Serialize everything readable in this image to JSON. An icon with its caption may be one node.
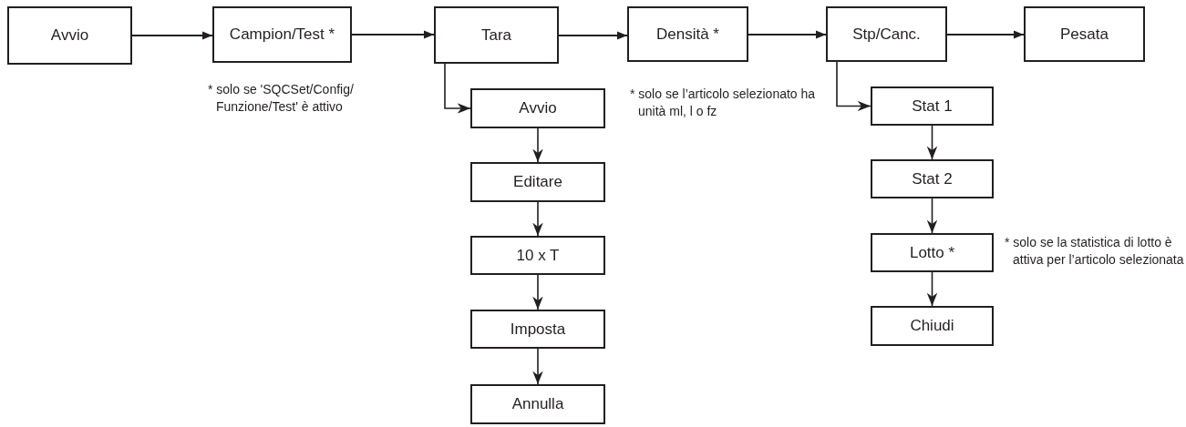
{
  "diagram": {
    "nodes": [
      {
        "text": [
          "Avvio"
        ]
      },
      {
        "text": [
          "Campion/Test *"
        ]
      },
      {
        "text": [
          "Tara"
        ]
      },
      {
        "text": [
          "Densità *"
        ]
      },
      {
        "text": [
          "Stp/Canc."
        ]
      },
      {
        "text": [
          "Pesata"
        ]
      },
      {
        "text": [
          "Avvio"
        ]
      },
      {
        "text": [
          "Editare"
        ]
      },
      {
        "text": [
          "10 x T"
        ]
      },
      {
        "text": [
          "Imposta"
        ]
      },
      {
        "text": [
          "Annulla"
        ]
      },
      {
        "text": [
          "Stat 1"
        ]
      },
      {
        "text": [
          "Stat 2"
        ]
      },
      {
        "text": [
          "Lotto *"
        ]
      },
      {
        "text": [
          "Chiudi"
        ]
      }
    ],
    "edges": [
      {
        "from": 0,
        "to": 1,
        "arrow": "to"
      },
      {
        "from": 1,
        "to": 2,
        "arrow": "to"
      },
      {
        "from": 2,
        "to": 3,
        "arrow": "to"
      },
      {
        "from": 3,
        "to": 4,
        "arrow": "to"
      },
      {
        "from": 4,
        "to": 5,
        "arrow": "to"
      },
      {
        "from": 2,
        "to": 6,
        "arrow": "to"
      },
      {
        "from": 6,
        "to": 7,
        "arrow": "to"
      },
      {
        "from": 7,
        "to": 8,
        "arrow": "to"
      },
      {
        "from": 8,
        "to": 9,
        "arrow": "to"
      },
      {
        "from": 9,
        "to": 10,
        "arrow": "to"
      },
      {
        "from": 4,
        "to": 11,
        "arrow": "to"
      },
      {
        "from": 11,
        "to": 12,
        "arrow": "to"
      },
      {
        "from": 12,
        "to": 13,
        "arrow": "to"
      },
      {
        "from": 13,
        "to": 14,
        "arrow": "to"
      }
    ],
    "labels": [
      "* solo se 'SQCSet/Config/ Funzione/Test' è attivo",
      "* solo se l’articolo selezionato ha unità ml, l o fz",
      "* solo se la statistica di lotto è attiva per l’articolo selezionata"
    ]
  }
}
